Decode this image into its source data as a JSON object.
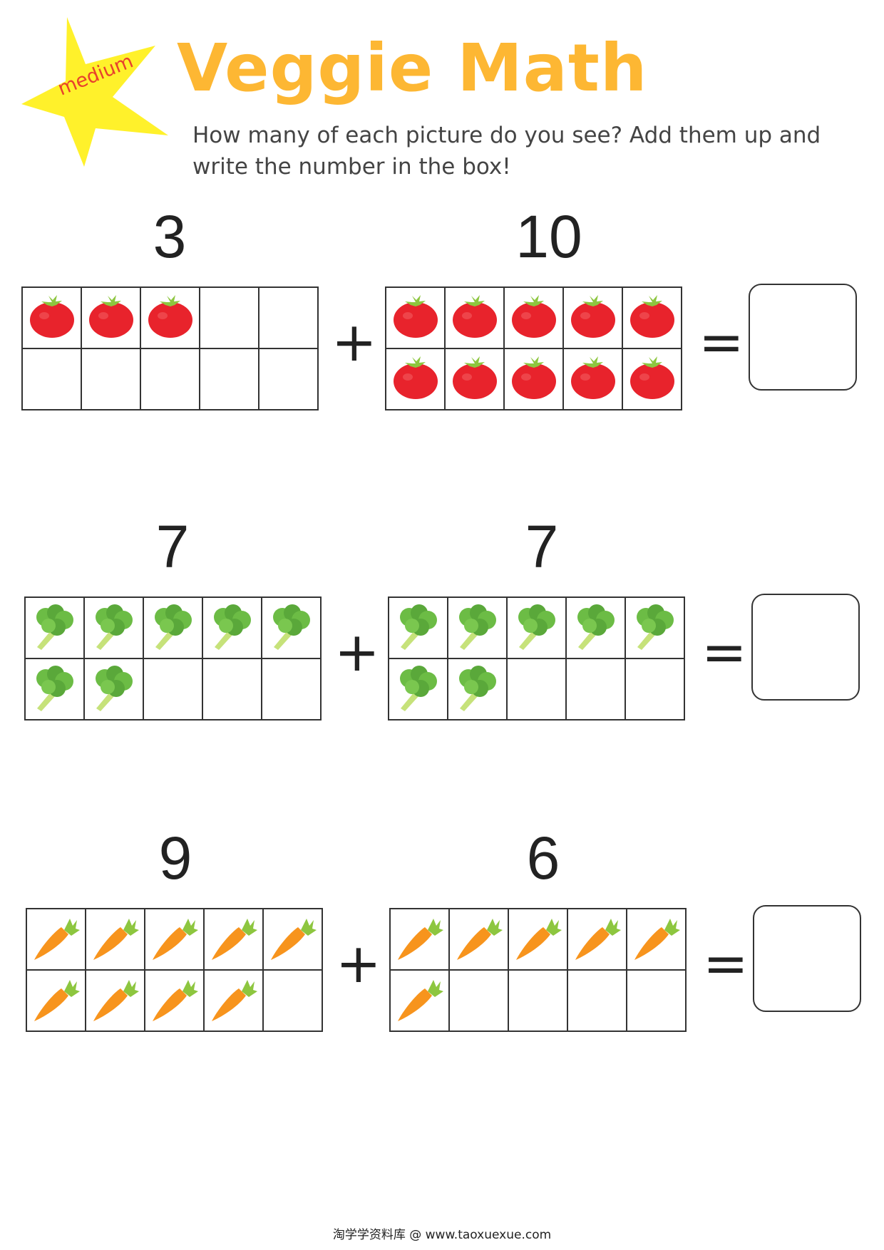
{
  "header": {
    "badge": "medium",
    "title": "Veggie Math",
    "instructions": "How many of each picture do you see? Add them up and write the number in the box!"
  },
  "colors": {
    "star": "#fff12b",
    "title": "#fdb733",
    "badge_text": "#e8412c",
    "tomato": "#e8232c",
    "broccoli": "#6cbc45",
    "carrot": "#f7941d"
  },
  "problems": [
    {
      "left_count": "3",
      "right_count": "10",
      "left_value": 3,
      "right_value": 10,
      "icon": "tomato-icon",
      "plus": "+",
      "equals": "="
    },
    {
      "left_count": "7",
      "right_count": "7",
      "left_value": 7,
      "right_value": 7,
      "icon": "broccoli-icon",
      "plus": "+",
      "equals": "="
    },
    {
      "left_count": "9",
      "right_count": "6",
      "left_value": 9,
      "right_value": 6,
      "icon": "carrot-icon",
      "plus": "+",
      "equals": "="
    }
  ],
  "footer": "淘学学资料库 @ www.taoxuexue.com"
}
